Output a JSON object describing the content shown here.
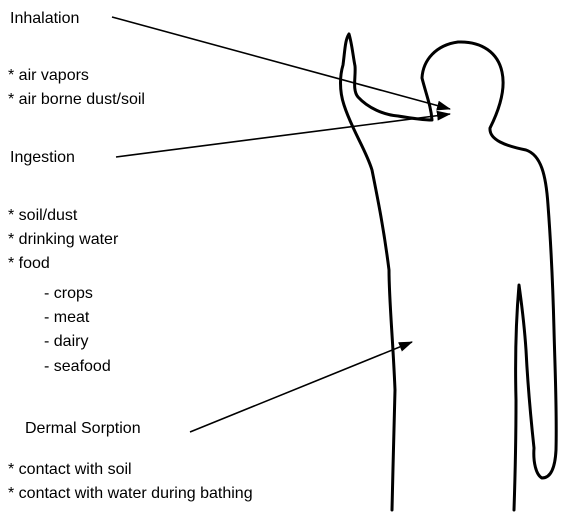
{
  "routes": {
    "inhalation": {
      "heading": "Inhalation",
      "items": [
        "* air vapors",
        "* air borne dust/soil"
      ]
    },
    "ingestion": {
      "heading": "Ingestion",
      "items": [
        "* soil/dust",
        "* drinking water",
        "* food"
      ],
      "food_items": [
        "- crops",
        "- meat",
        "- dairy",
        "- seafood"
      ]
    },
    "dermal": {
      "heading": "Dermal Sorption",
      "items": [
        "* contact with soil",
        "* contact with water during bathing"
      ]
    }
  }
}
